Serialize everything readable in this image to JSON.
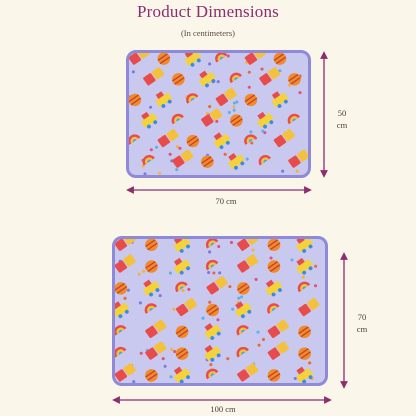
{
  "header": {
    "title": "Product Dimensions",
    "subtitle": "(In centimeters)"
  },
  "small_mat": {
    "width_label": "70 cm",
    "height_value": "50",
    "height_unit": "cm"
  },
  "large_mat": {
    "width_label": "100 cm",
    "height_value": "70",
    "height_unit": "cm"
  },
  "colors": {
    "title": "#8c2d6e",
    "arrow": "#8c2d6e",
    "mat_fill": "#c9c8ef",
    "mat_border": "#8e8ad8",
    "background": "#fbf6ea"
  }
}
